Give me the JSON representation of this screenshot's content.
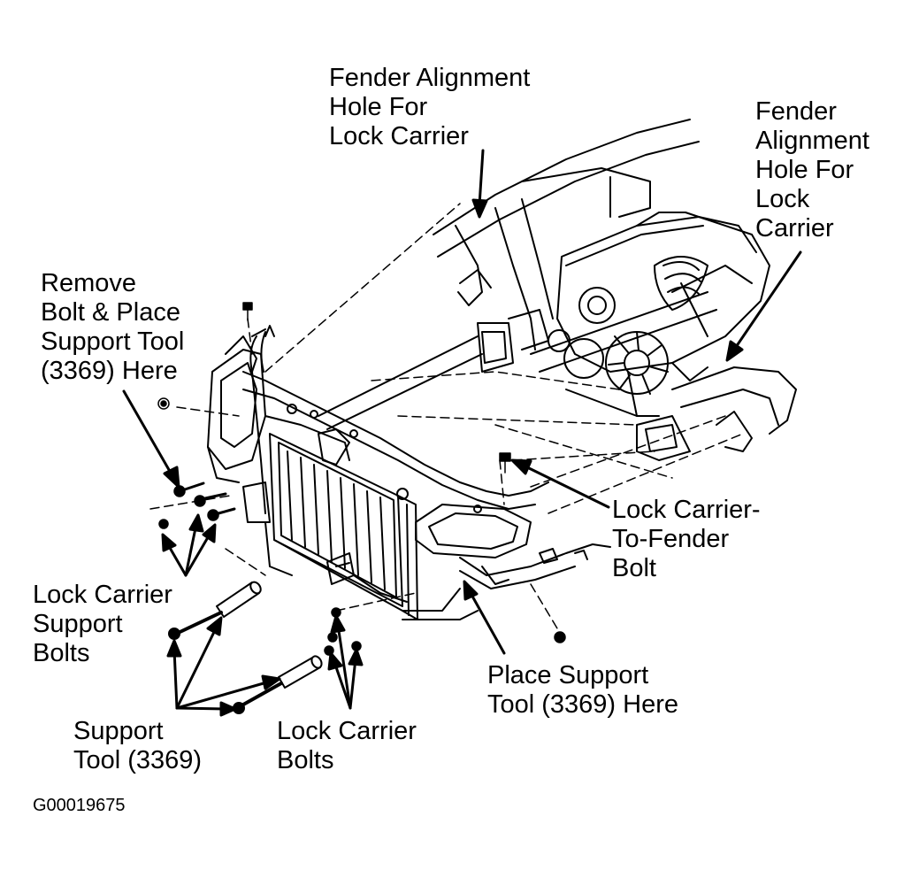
{
  "diagram": {
    "labels": {
      "fender_hole_top": [
        "Fender Alignment",
        "Hole For",
        "Lock Carrier"
      ],
      "fender_hole_right": [
        "Fender",
        "Alignment",
        "Hole For",
        "Lock",
        "Carrier"
      ],
      "remove_bolt": [
        "Remove",
        "Bolt & Place",
        "Support Tool",
        "(3369) Here"
      ],
      "lock_carrier_to_fender": [
        "Lock Carrier-",
        "To-Fender",
        "Bolt"
      ],
      "lock_carrier_support_bolts": [
        "Lock Carrier",
        "Support",
        "Bolts"
      ],
      "place_support_tool": [
        "Place Support",
        "Tool (3369) Here"
      ],
      "support_tool": [
        "Support",
        "Tool (3369)"
      ],
      "lock_carrier_bolts": [
        "Lock Carrier",
        "Bolts"
      ]
    },
    "figure_id": "G00019675"
  }
}
